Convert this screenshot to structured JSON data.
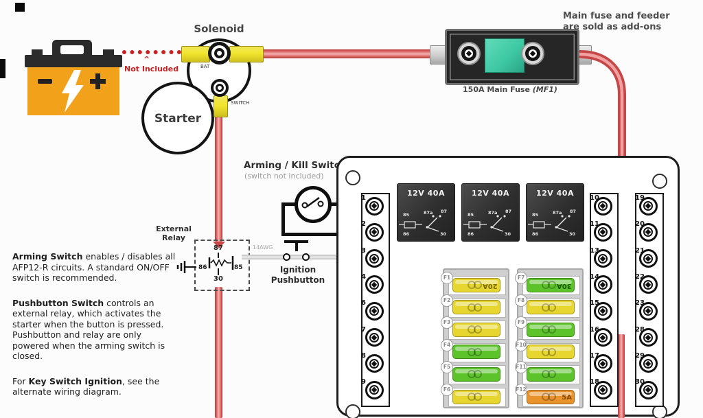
{
  "battery": {
    "minus_label": "−",
    "plus_label": "+"
  },
  "not_included": {
    "caret": "^",
    "text": "Not Included"
  },
  "solenoid": {
    "title": "Solenoid",
    "bat_label": "BAT",
    "switch_label": "SWITCH"
  },
  "starter": {
    "label": "Starter"
  },
  "main_fuse": {
    "caption_text": "150A Main Fuse ",
    "caption_code": "(MF1)",
    "note_line1": "Main fuse and feeder",
    "note_line2": "are sold as add-ons"
  },
  "arming_switch": {
    "title": "Arming / Kill Switch",
    "subtitle": "(switch not included)"
  },
  "external_relay": {
    "title_line1": "External",
    "title_line2": "Relay",
    "pin_top": "87",
    "pin_bottom": "30",
    "pin_left": "86",
    "pin_right": "85"
  },
  "ignition": {
    "wire_gauge": "14AWG",
    "label_line1": "Ignition",
    "label_line2": "Pushbutton"
  },
  "notes": {
    "paragraphs": [
      {
        "runs": [
          {
            "bold": true,
            "text": "Arming Switch"
          },
          {
            "bold": false,
            "text": " enables / disables all AFP12-R circuits. A standard ON/OFF switch is recommended."
          }
        ]
      },
      {
        "runs": [
          {
            "bold": true,
            "text": "Pushbutton Switch"
          },
          {
            "bold": false,
            "text": " controls an external relay, which activates the starter when the button is pressed. Pushbutton and relay are only powered when the arming switch is closed."
          }
        ]
      },
      {
        "runs": [
          {
            "bold": false,
            "text": "For "
          },
          {
            "bold": true,
            "text": "Key Switch Ignition"
          },
          {
            "bold": false,
            "text": ", see the alternate wiring diagram."
          }
        ]
      }
    ]
  },
  "panel": {
    "relays": [
      {
        "label": "12V 40A"
      },
      {
        "label": "12V 40A"
      },
      {
        "label": "12V 40A"
      }
    ],
    "relay_pins": {
      "p85": "85",
      "p87a": "87a",
      "p87": "87",
      "p86": "86",
      "p30": "30"
    },
    "terminals_left": [
      "1",
      "2",
      "3",
      "4",
      "6",
      "7",
      "8",
      "9"
    ],
    "terminals_mid": [
      "10",
      "11",
      "13",
      "14",
      "15",
      "16",
      "17",
      "18"
    ],
    "terminals_right": [
      "19",
      "20",
      "21",
      "22",
      "23",
      "28",
      "29",
      "30"
    ],
    "fuses_left": [
      {
        "id": "F1",
        "color": "yellow",
        "amp": "20A",
        "amp_rotated": true
      },
      {
        "id": "F2",
        "color": "yellow",
        "amp": "",
        "amp_rotated": false
      },
      {
        "id": "F3",
        "color": "yellow",
        "amp": "",
        "amp_rotated": false
      },
      {
        "id": "F4",
        "color": "green",
        "amp": "",
        "amp_rotated": false
      },
      {
        "id": "F5",
        "color": "green",
        "amp": "",
        "amp_rotated": false
      },
      {
        "id": "F6",
        "color": "yellow",
        "amp": "",
        "amp_rotated": false
      }
    ],
    "fuses_right": [
      {
        "id": "F7",
        "color": "green",
        "amp": "30A",
        "amp_rotated": true
      },
      {
        "id": "F8",
        "color": "yellow",
        "amp": "",
        "amp_rotated": false
      },
      {
        "id": "F9",
        "color": "green",
        "amp": "",
        "amp_rotated": false
      },
      {
        "id": "F10",
        "color": "yellow",
        "amp": "",
        "amp_rotated": false
      },
      {
        "id": "F11",
        "color": "green",
        "amp": "",
        "amp_rotated": false
      },
      {
        "id": "F12",
        "color": "orange",
        "amp": "5A",
        "amp_rotated": false
      }
    ]
  },
  "colors": {
    "wire_red": "#c23b3b",
    "wire_white": "#d9d9d9",
    "wire_black": "#111111",
    "fuse_yellow": "#e6d62f",
    "fuse_green": "#5cc42a",
    "fuse_orange": "#e8932b",
    "amp_yellow_text": "#7d6c00",
    "amp_green_text": "#1d5c0d",
    "amp_orange_text": "#8a4a00",
    "main_fuse_teal": "#3fc9a4",
    "battery_orange": "#f2a21a",
    "accent_red_text": "#c82222"
  }
}
